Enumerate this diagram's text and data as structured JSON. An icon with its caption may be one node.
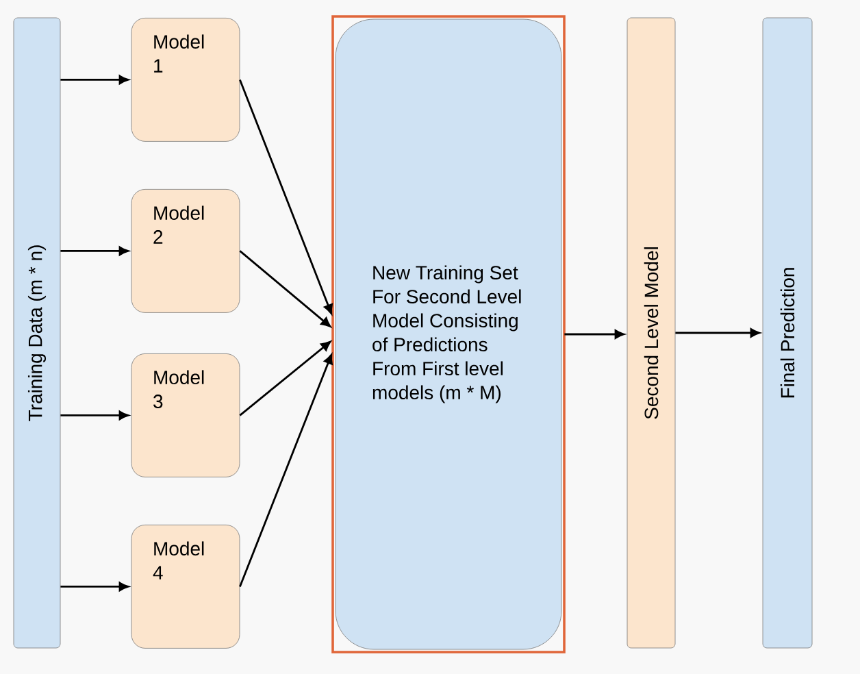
{
  "diagram": {
    "nodes": [
      {
        "text": [
          "Training Data (m * n)"
        ]
      },
      {
        "text": [
          "Model 1"
        ]
      },
      {
        "text": [
          "Model 2"
        ]
      },
      {
        "text": [
          "Model 3"
        ]
      },
      {
        "text": [
          "Model 4"
        ]
      },
      {
        "text": [
          "New Training Set For Second Level Model Consisting of Predictions From First level models (m * M)"
        ]
      },
      {
        "text": [
          "Second Level Model"
        ]
      },
      {
        "text": [
          "Final Prediction"
        ]
      }
    ],
    "edges": [
      {
        "from": 0,
        "to": 1,
        "arrow": "to"
      },
      {
        "from": 0,
        "to": 2,
        "arrow": "to"
      },
      {
        "from": 0,
        "to": 3,
        "arrow": "to"
      },
      {
        "from": 0,
        "to": 4,
        "arrow": "to"
      },
      {
        "from": 1,
        "to": 5,
        "arrow": "to"
      },
      {
        "from": 2,
        "to": 5,
        "arrow": "to"
      },
      {
        "from": 3,
        "to": 5,
        "arrow": "to"
      },
      {
        "from": 4,
        "to": 5,
        "arrow": "to"
      },
      {
        "from": 5,
        "to": 6,
        "arrow": "to"
      },
      {
        "from": 6,
        "to": 7,
        "arrow": "to"
      }
    ]
  }
}
